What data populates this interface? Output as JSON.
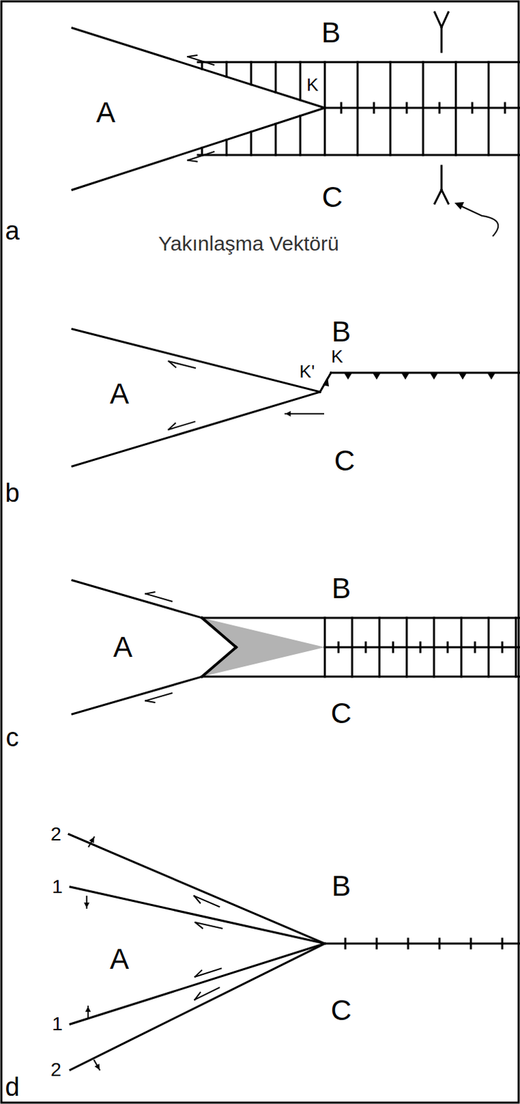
{
  "diagram": {
    "labels": [
      "B",
      "A",
      "K",
      "C",
      "Yakınlaşma Vektörü",
      "a",
      "B",
      "A",
      "K'",
      "K",
      "C",
      "b",
      "B",
      "A",
      "C",
      "c",
      "2",
      "B",
      "1",
      "A",
      "1",
      "C",
      "2",
      "d"
    ]
  }
}
